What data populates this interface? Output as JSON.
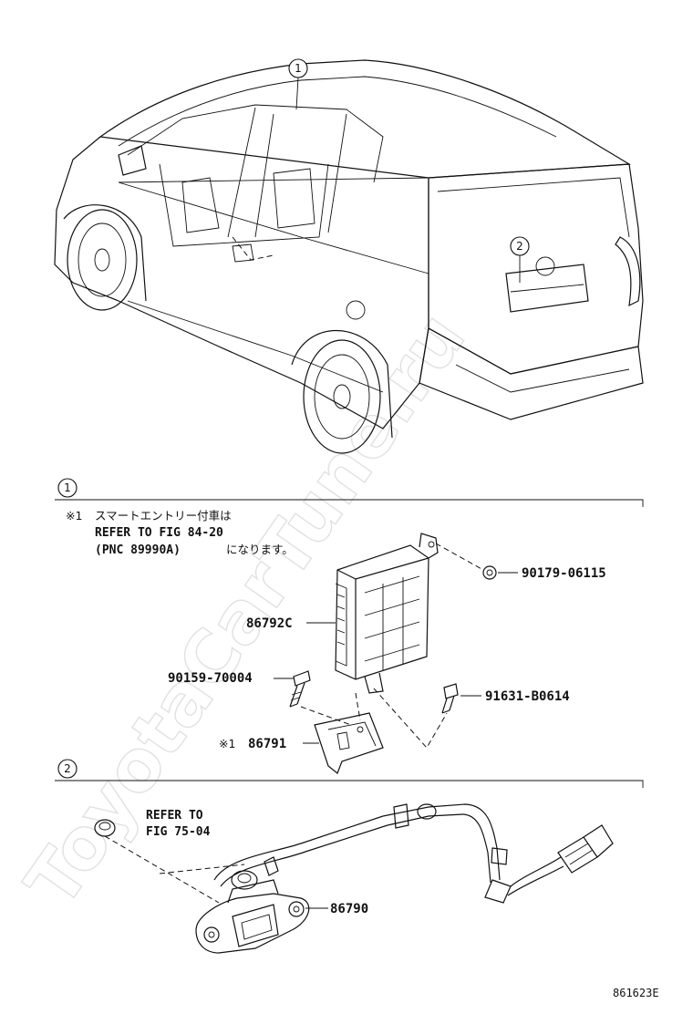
{
  "watermark": "ToyotaCarTune.ru",
  "callouts": {
    "one": "1",
    "two": "2"
  },
  "section1": {
    "note_mark": "※1",
    "note_line1_jp": "スマートエントリー付車は",
    "note_line2": "REFER TO FIG 84-20",
    "note_line3": "(PNC 89990A)",
    "note_line3_jp": "になります。"
  },
  "parts": {
    "p90179": "90179-06115",
    "p86792c": "86792C",
    "p90159": "90159-70004",
    "p91631": "91631-B0614",
    "p86791_mark": "※1",
    "p86791": "86791",
    "p86790": "86790"
  },
  "section2": {
    "refer_line1": "REFER TO",
    "refer_line2": "FIG 75-04"
  },
  "figure_code": "861623E"
}
